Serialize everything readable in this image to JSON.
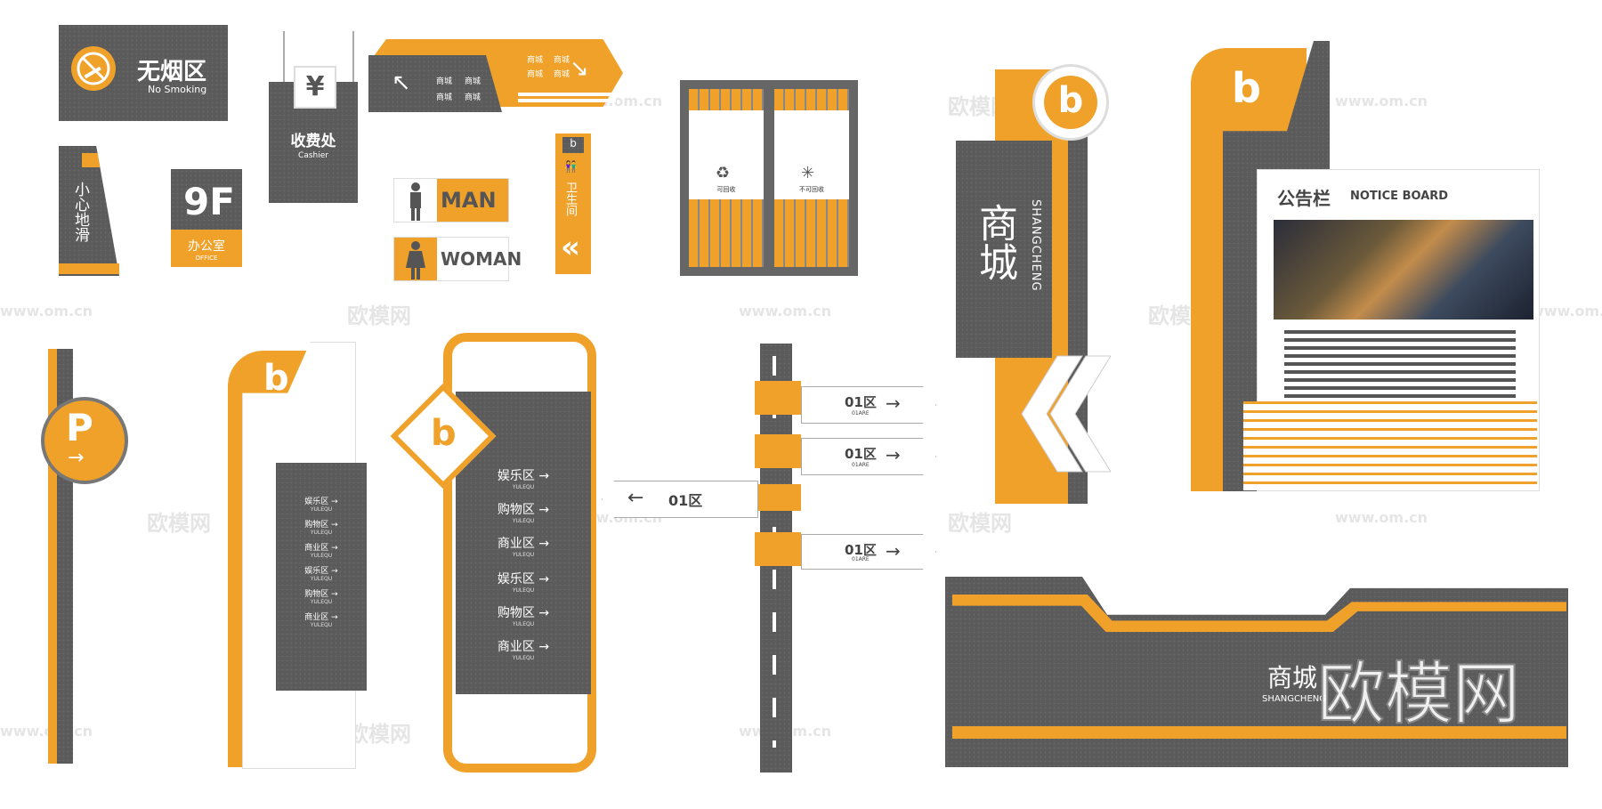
{
  "no_smoking": {
    "title": "无烟区",
    "subtitle": "No Smoking"
  },
  "slippery": {
    "text": "小心地滑"
  },
  "floor": {
    "number": "9F",
    "label": "办公室",
    "sub": "OFFICE"
  },
  "cashier": {
    "symbol": "¥",
    "title": "收费处",
    "sub": "Cashier"
  },
  "hanging_arrow": {
    "items": [
      "商城",
      "商城",
      "商城",
      "商城",
      "商城",
      "商城",
      "商城",
      "商城"
    ]
  },
  "restroom": {
    "man": "MAN",
    "woman": "WOMAN",
    "vertical": "卫生间"
  },
  "bins": {
    "left": "可回收",
    "right": "不可回收"
  },
  "mall_tall": {
    "title": "商城",
    "pinyin": "SHANGCHENG",
    "logo": "b"
  },
  "notice": {
    "title": "公告栏",
    "title_en": "NOTICE BOARD"
  },
  "parking": {
    "letter": "P"
  },
  "panel_white": {
    "items": [
      "娱乐区",
      "购物区",
      "商业区",
      "娱乐区",
      "购物区",
      "商业区"
    ],
    "sub": "YULEQU"
  },
  "panel_framed": {
    "items": [
      "娱乐区",
      "购物区",
      "商业区",
      "娱乐区",
      "购物区",
      "商业区"
    ],
    "sub": "YULEQU"
  },
  "directional": {
    "left_label": "01区",
    "right_labels": [
      "01区",
      "01区",
      "01区"
    ],
    "sub": "01ARE"
  },
  "wall": {
    "title": "商城",
    "pinyin": "SHANGCHENG"
  },
  "watermarks": {
    "cn": "欧模网",
    "url": "www.om.cn",
    "big": "欧模网"
  }
}
